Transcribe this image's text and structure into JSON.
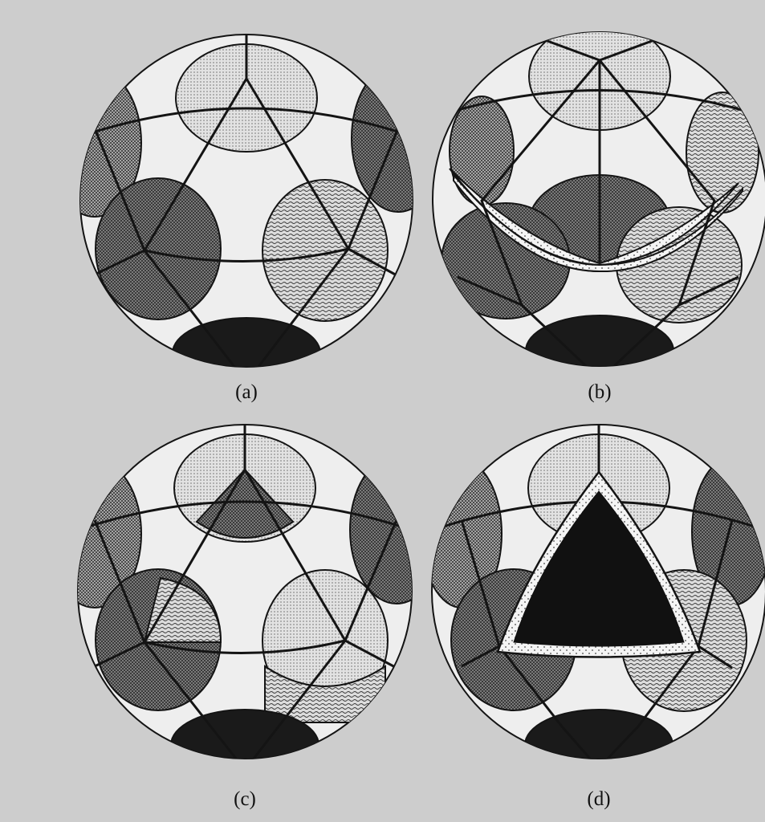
{
  "figure": {
    "panels": [
      {
        "id": "a",
        "caption": "(a)"
      },
      {
        "id": "b",
        "caption": "(b)"
      },
      {
        "id": "c",
        "caption": "(c)"
      },
      {
        "id": "d",
        "caption": "(d)"
      }
    ],
    "colors": {
      "page": "#cdcdcd",
      "sphere": "#eeeeee",
      "line": "#141414",
      "light_dots": "#cfcfcf",
      "dark_check": "#7d7d7d",
      "crosshatch": "#9a9a9a",
      "wavy": "#bcbcbc",
      "black": "#1a1a1a",
      "strip": "#f2f2f2"
    }
  }
}
